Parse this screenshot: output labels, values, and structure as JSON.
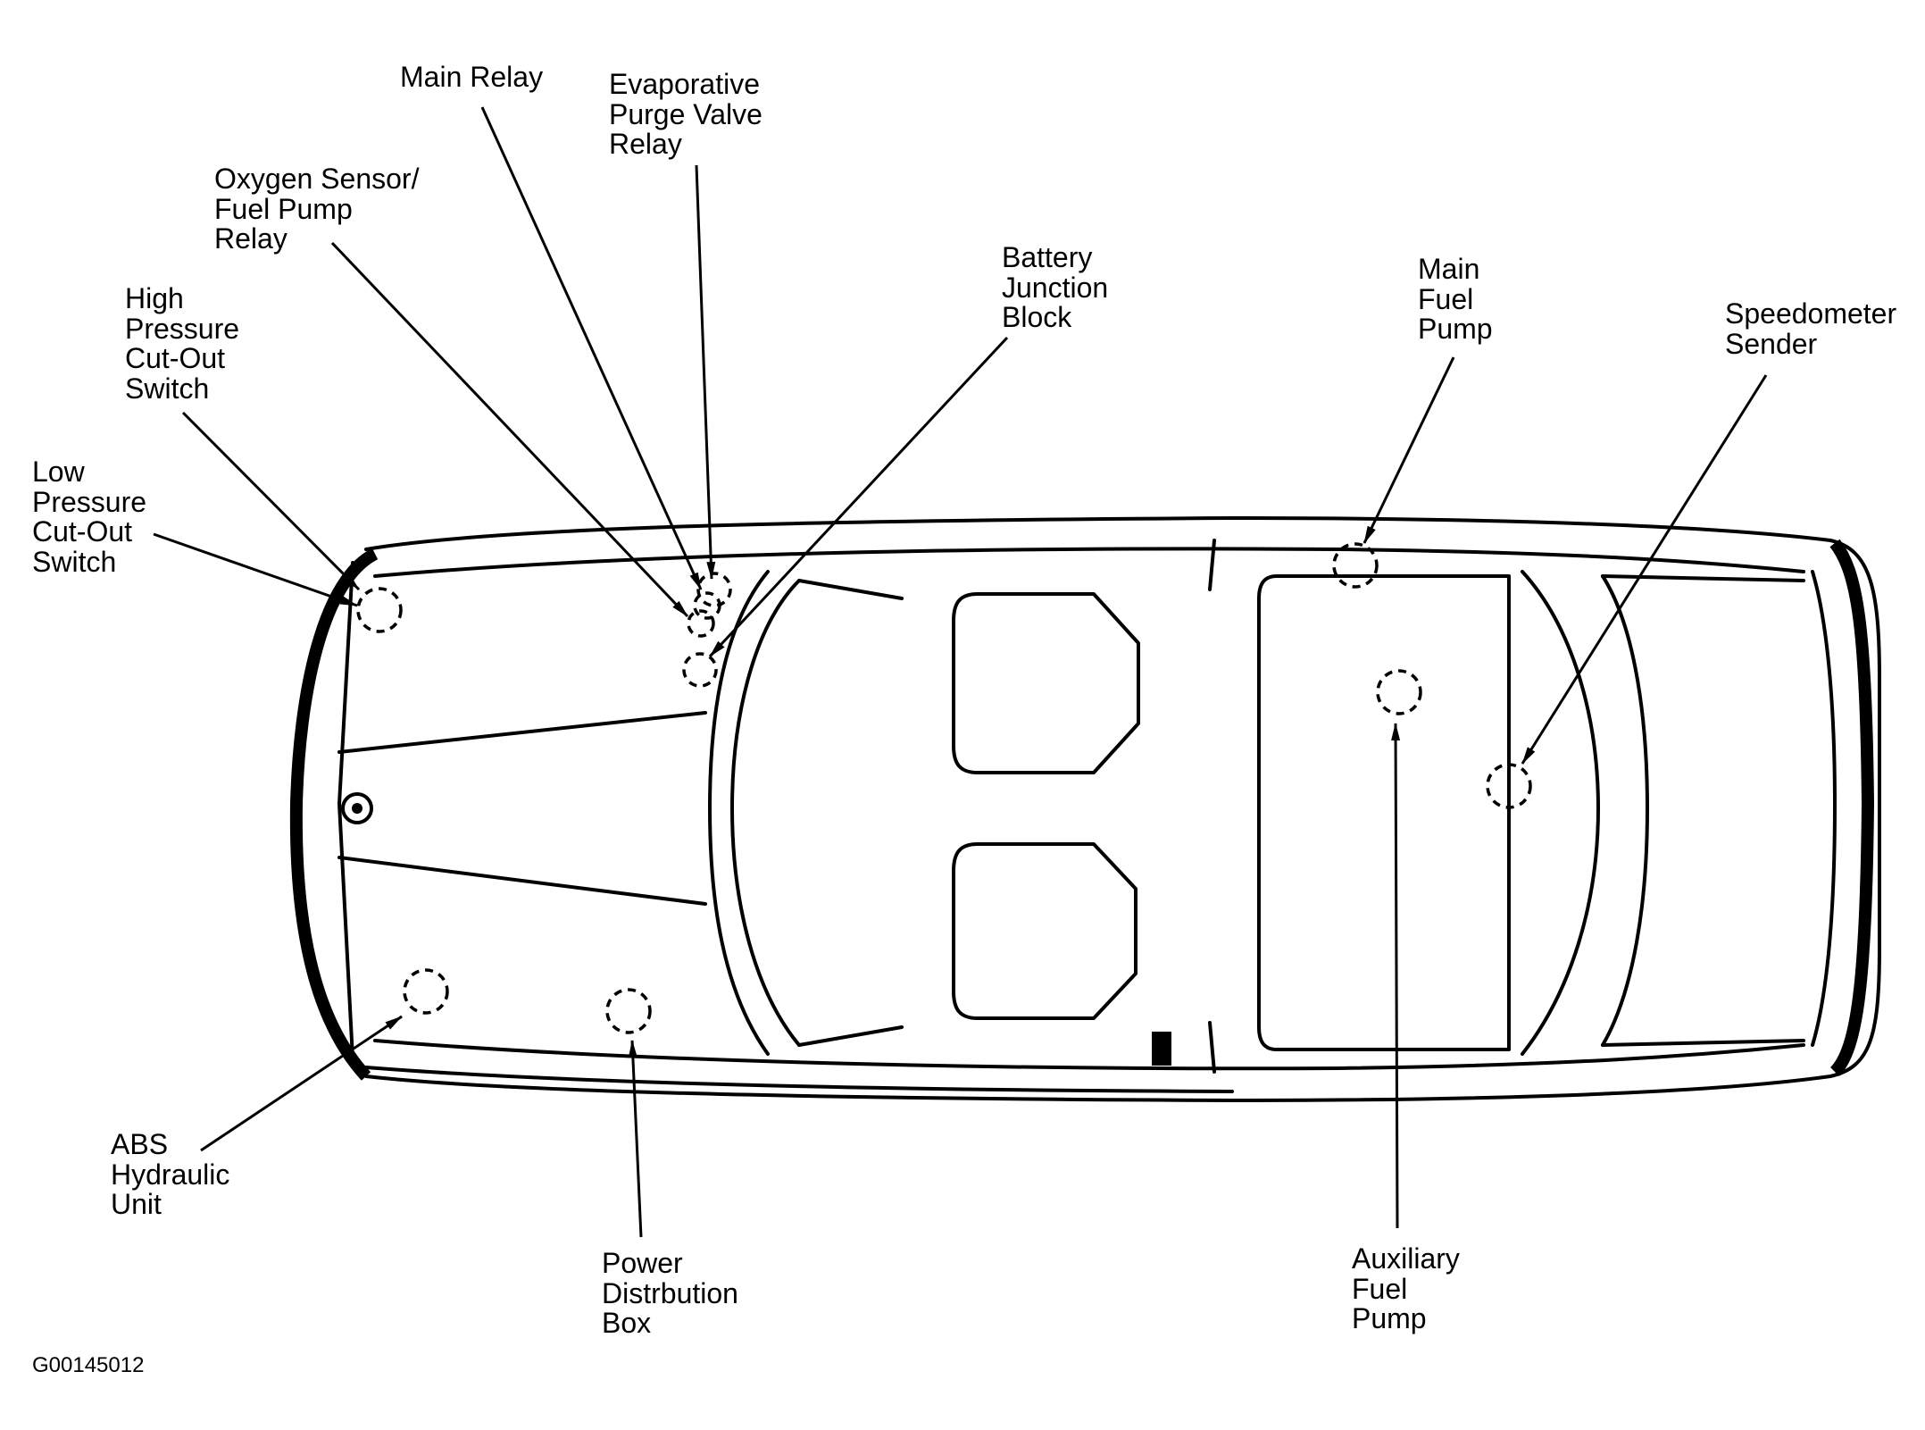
{
  "labels": {
    "main_relay": [
      "Main Relay"
    ],
    "evap_purge": [
      "Evaporative",
      "Purge Valve",
      "Relay"
    ],
    "oxygen_sensor": [
      "Oxygen Sensor/",
      "Fuel Pump",
      "Relay"
    ],
    "high_pressure": [
      "High",
      "Pressure",
      "Cut-Out",
      "Switch"
    ],
    "low_pressure": [
      "Low",
      "Pressure",
      "Cut-Out",
      "Switch"
    ],
    "battery_junction": [
      "Battery",
      "Junction",
      "Block"
    ],
    "main_fuel_pump": [
      "Main",
      "Fuel",
      "Pump"
    ],
    "speedometer": [
      "Speedometer",
      "Sender"
    ],
    "abs": [
      "ABS",
      "Hydraulic",
      "Unit"
    ],
    "power_dist": [
      "Power",
      "Distrbution",
      "Box"
    ],
    "aux_fuel_pump": [
      "Auxiliary",
      "Fuel",
      "Pump"
    ]
  },
  "figure_code": "G00145012"
}
